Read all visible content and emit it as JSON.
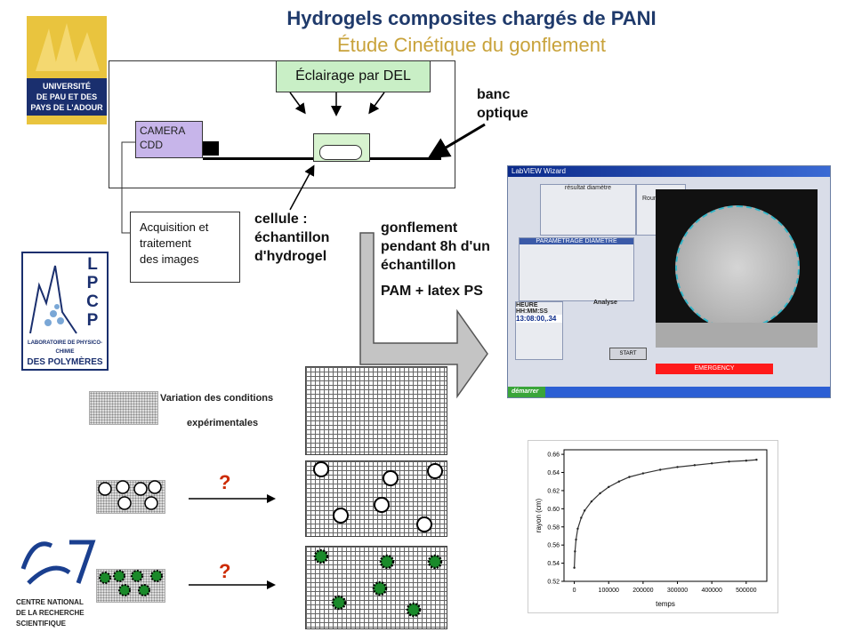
{
  "header": {
    "title": "Hydrogels composites chargés de PANI",
    "subtitle": "Étude Cinétique du gonflement"
  },
  "logos": {
    "uppa": [
      "UNIVERSITÉ",
      "DE PAU ET DES",
      "PAYS DE L'ADOUR"
    ],
    "lpcp_letters": [
      "L",
      "P",
      "C",
      "P"
    ],
    "lpcp_caption": [
      "LABORATOIRE DE PHYSICO-CHIMIE",
      "DES POLYMÈRES"
    ],
    "cnrs_caption": [
      "CENTRE NATIONAL",
      "DE LA RECHERCHE",
      "SCIENTIFIQUE"
    ]
  },
  "setup": {
    "led_label": "Éclairage par DEL",
    "camera_label_1": "CAMERA",
    "camera_label_2": "CDD",
    "acquisition_1": "Acquisition et",
    "acquisition_2": "traitement",
    "acquisition_3": "des images",
    "bench_1": "banc",
    "bench_2": "optique",
    "cell_1": "cellule :",
    "cell_2": "échantillon",
    "cell_3": "d'hydrogel",
    "swelling_1": "gonflement",
    "swelling_2": "pendant 8h d'un",
    "swelling_3": "échantillon",
    "sample": "PAM + latex PS"
  },
  "software": {
    "window_title": "LabVIEW Wizard",
    "result_title": "résultat diamètre",
    "roundness_label": "Roundness",
    "param_title": "PARAMETRAGE DIAMETRE",
    "analyse_label": "Analyse",
    "emergency_label": "EMERGENCY",
    "hour_label": "HEURE HH:MM:SS",
    "hour_value": "13:08:00,.34",
    "start_label": "START",
    "taskbar_start": "démarrer"
  },
  "experiments": {
    "variation_1": "Variation des conditions",
    "variation_2": "expérimentales",
    "question_1": "?",
    "question_2": "?"
  },
  "chart_data": {
    "type": "scatter",
    "xlabel": "temps",
    "ylabel": "rayon (cm)",
    "xlim": [
      -30000,
      560000
    ],
    "ylim": [
      0.52,
      0.665
    ],
    "xticks": [
      0,
      100000,
      200000,
      300000,
      400000,
      500000
    ],
    "yticks": [
      0.52,
      0.54,
      0.56,
      0.58,
      0.6,
      0.62,
      0.64,
      0.66
    ],
    "x": [
      0,
      2000,
      5000,
      10000,
      20000,
      30000,
      50000,
      75000,
      100000,
      130000,
      160000,
      200000,
      250000,
      300000,
      350000,
      400000,
      450000,
      500000,
      530000
    ],
    "y": [
      0.535,
      0.553,
      0.566,
      0.578,
      0.59,
      0.598,
      0.608,
      0.617,
      0.624,
      0.63,
      0.635,
      0.639,
      0.643,
      0.646,
      0.648,
      0.65,
      0.652,
      0.653,
      0.654
    ]
  }
}
